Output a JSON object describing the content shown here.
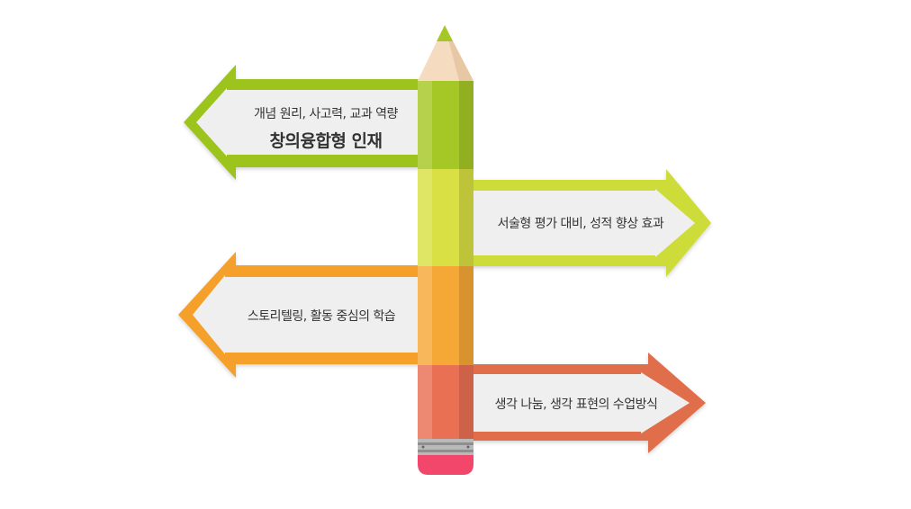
{
  "arrows": [
    {
      "direction": "left",
      "color": "#9cc41e",
      "line1": "개념 원리, 사고력, 교과 역량",
      "line2": "창의융합형 인재"
    },
    {
      "direction": "right",
      "color": "#cddc39",
      "line1": "서술형 평가 대비, 성적 향상 효과"
    },
    {
      "direction": "left",
      "color": "#f5a02a",
      "line1": "스토리텔링, 활동 중심의 학습"
    },
    {
      "direction": "right",
      "color": "#e16e4c",
      "line1": "생각 나눔, 생각 표현의 수업방식"
    }
  ],
  "pencil": {
    "segment_colors": [
      "#a6c826",
      "#d8e043",
      "#f6a836",
      "#ea7054"
    ],
    "eraser_color": "#f2466a"
  }
}
